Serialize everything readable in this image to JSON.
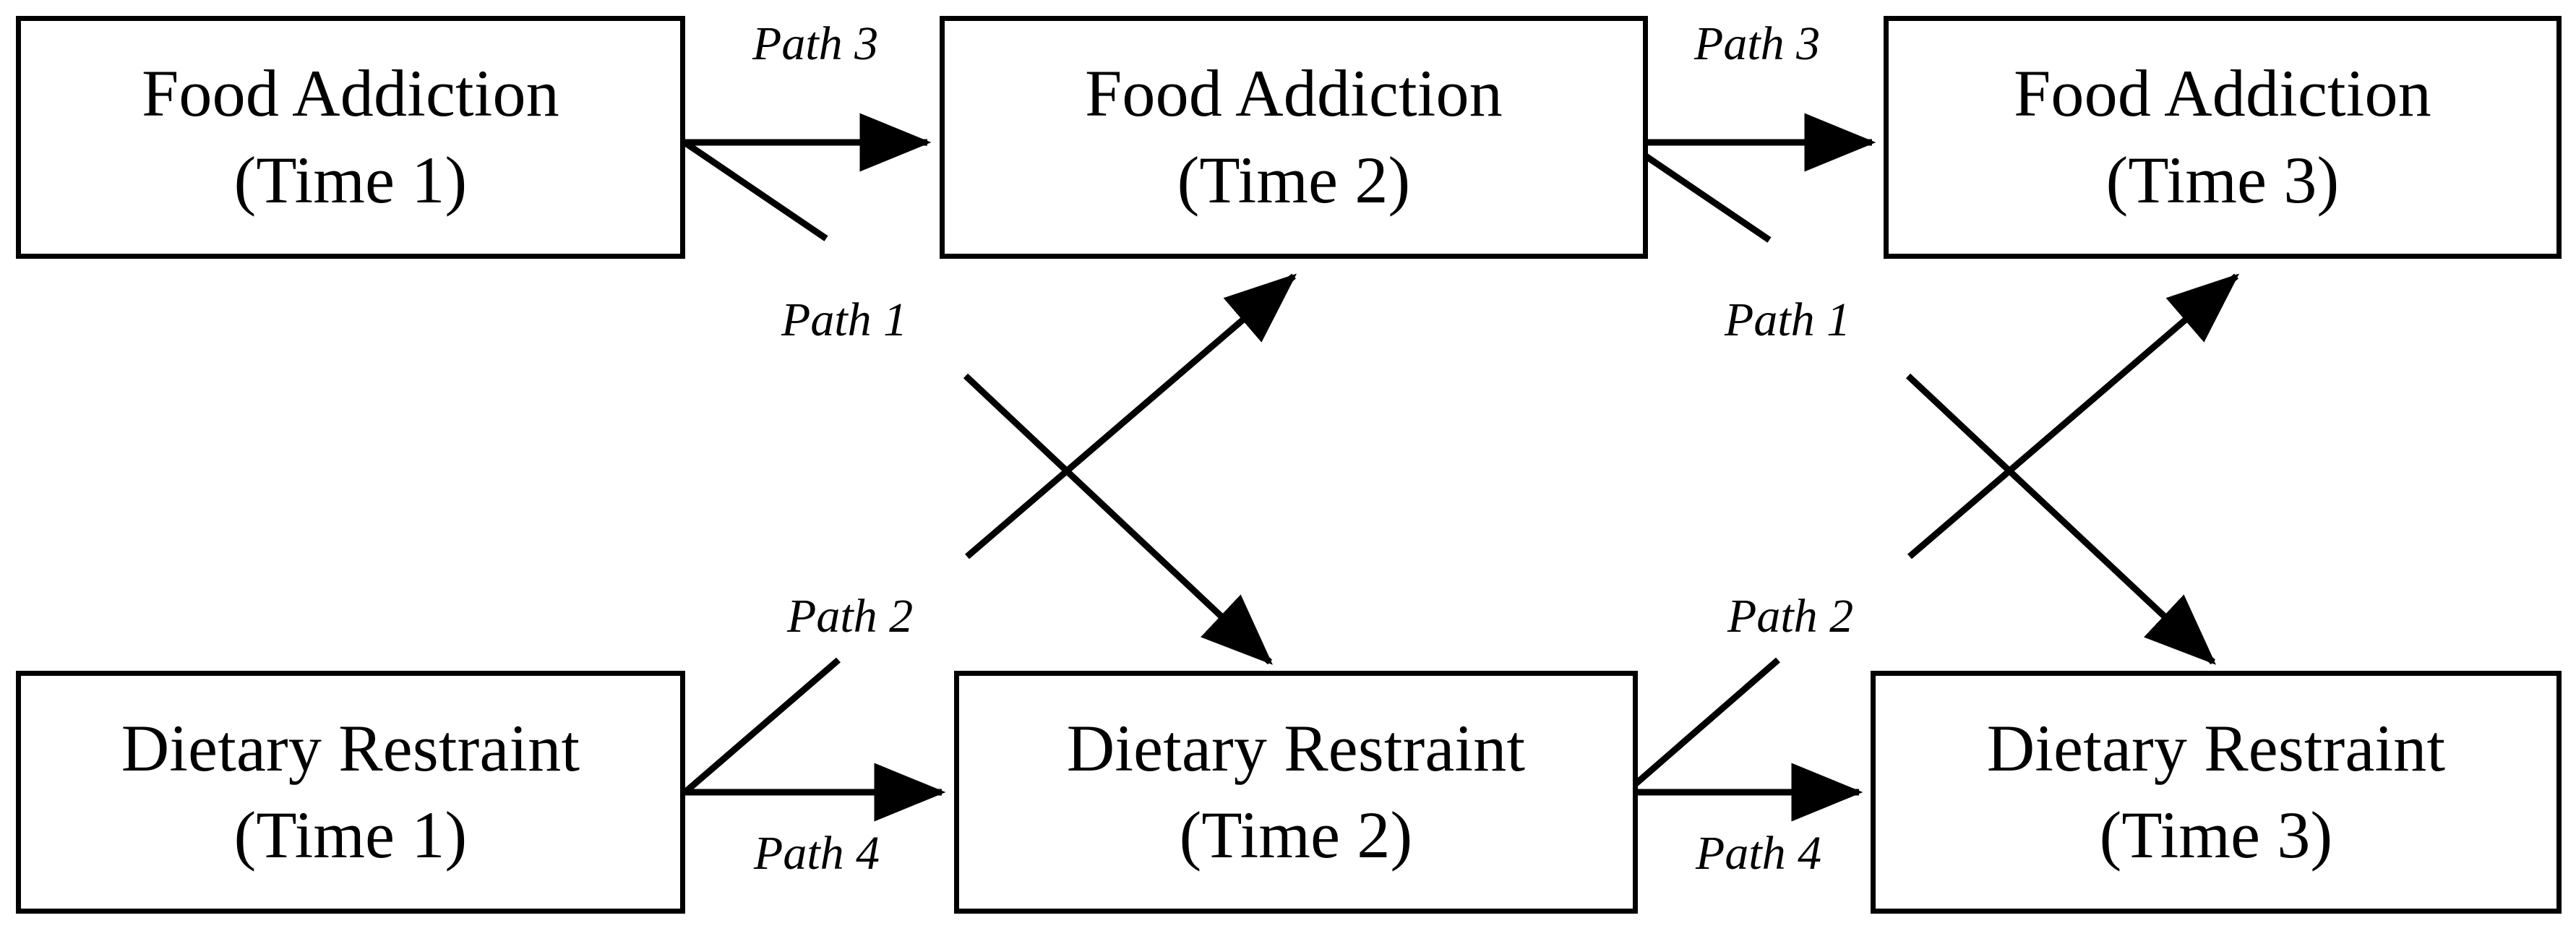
{
  "figure": {
    "type": "cross-lagged-panel-diagram",
    "background_color": "#ffffff",
    "line_color": "#000000",
    "text_color": "#000000"
  },
  "nodes": [
    {
      "id": "fa-t1",
      "construct": "Food Addiction",
      "wave": "(Time 1)"
    },
    {
      "id": "fa-t2",
      "construct": "Food Addiction",
      "wave": "(Time 2)"
    },
    {
      "id": "fa-t3",
      "construct": "Food Addiction",
      "wave": "(Time 3)"
    },
    {
      "id": "dr-t1",
      "construct": "Dietary Restraint",
      "wave": "(Time 1)"
    },
    {
      "id": "dr-t2",
      "construct": "Dietary Restraint",
      "wave": "(Time 2)"
    },
    {
      "id": "dr-t3",
      "construct": "Dietary Restraint",
      "wave": "(Time 3)"
    }
  ],
  "path_labels": {
    "left": {
      "path3": "Path 3",
      "path1": "Path 1",
      "path2": "Path 2",
      "path4": "Path 4"
    },
    "right": {
      "path3": "Path 3",
      "path1": "Path 1",
      "path2": "Path 2",
      "path4": "Path 4"
    }
  },
  "paths": [
    {
      "label": "Path 3",
      "from": "fa-t1",
      "to": "fa-t2",
      "kind": "autoregressive",
      "orientation": "horizontal",
      "wave_gap": "T1-T2"
    },
    {
      "label": "Path 4",
      "from": "dr-t1",
      "to": "dr-t2",
      "kind": "autoregressive",
      "orientation": "horizontal",
      "wave_gap": "T1-T2"
    },
    {
      "label": "Path 1",
      "from": "fa-t1",
      "to": "dr-t2",
      "kind": "cross-lagged",
      "orientation": "diagonal-down",
      "wave_gap": "T1-T2"
    },
    {
      "label": "Path 2",
      "from": "dr-t1",
      "to": "fa-t2",
      "kind": "cross-lagged",
      "orientation": "diagonal-up",
      "wave_gap": "T1-T2"
    },
    {
      "label": "Path 3",
      "from": "fa-t2",
      "to": "fa-t3",
      "kind": "autoregressive",
      "orientation": "horizontal",
      "wave_gap": "T2-T3"
    },
    {
      "label": "Path 4",
      "from": "dr-t2",
      "to": "dr-t3",
      "kind": "autoregressive",
      "orientation": "horizontal",
      "wave_gap": "T2-T3"
    },
    {
      "label": "Path 1",
      "from": "fa-t2",
      "to": "dr-t3",
      "kind": "cross-lagged",
      "orientation": "diagonal-down",
      "wave_gap": "T2-T3"
    },
    {
      "label": "Path 2",
      "from": "dr-t2",
      "to": "fa-t3",
      "kind": "cross-lagged",
      "orientation": "diagonal-up",
      "wave_gap": "T2-T3"
    }
  ]
}
